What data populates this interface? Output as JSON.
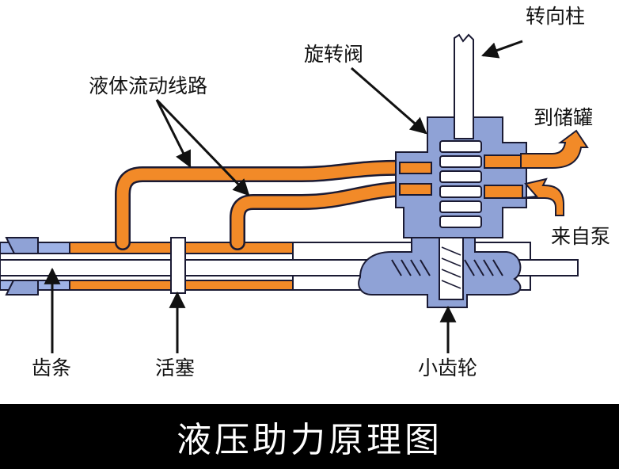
{
  "labels": {
    "steering_column": "转向柱",
    "rotary_valve": "旋转阀",
    "fluid_lines": "液体流动线路",
    "to_reservoir": "到储罐",
    "from_pump": "来自泵",
    "rack": "齿条",
    "piston": "活塞",
    "pinion": "小齿轮"
  },
  "footer": {
    "title": "液压助力原理图"
  },
  "colors": {
    "fluid": "#f28a28",
    "housing": "#8fa2d6",
    "housing_outline": "#1a1a33",
    "arrow": "#111111",
    "rack_light": "#9eb2e6",
    "banner": "#000000"
  }
}
